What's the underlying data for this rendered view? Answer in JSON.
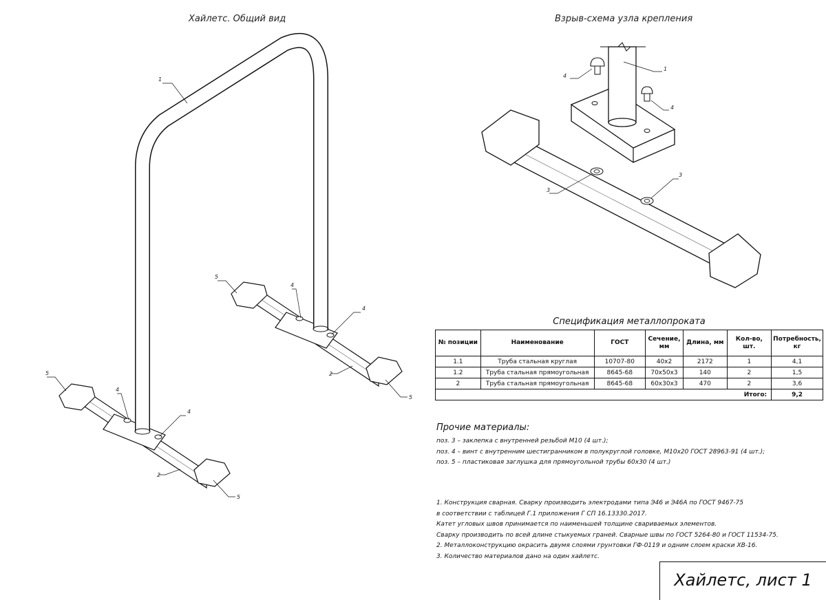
{
  "views": {
    "general_title": "Хайлетс. Общий вид",
    "exploded_title": "Взрыв-схема узла крепления"
  },
  "callouts": {
    "general": [
      "1",
      "5",
      "4",
      "4",
      "2",
      "5",
      "5",
      "4",
      "4",
      "2",
      "5"
    ],
    "exploded": [
      "4",
      "1",
      "4",
      "3",
      "3"
    ]
  },
  "spec": {
    "title": "Спецификация металлопроката",
    "headers": [
      "№ позиции",
      "Наименование",
      "ГОСТ",
      "Сечение, мм",
      "Длина, мм",
      "Кол-во, шт.",
      "Потребность, кг"
    ],
    "rows": [
      [
        "1.1",
        "Труба стальная круглая",
        "10707-80",
        "40х2",
        "2172",
        "1",
        "4,1"
      ],
      [
        "1.2",
        "Труба стальная прямоугольная",
        "8645-68",
        "70х50х3",
        "140",
        "2",
        "1,5"
      ],
      [
        "2",
        "Труба стальная прямоугольная",
        "8645-68",
        "60х30х3",
        "470",
        "2",
        "3,6"
      ]
    ],
    "total_label": "Итого:",
    "total_value": "9,2"
  },
  "other": {
    "title": "Прочие материалы:",
    "items": [
      "поз. 3 – заклепка с внутренней резьбой М10 (4 шт.);",
      "поз. 4 – винт с внутренним шестигранником в полукруглой головке, М10х20 ГОСТ 28963-91 (4 шт.);",
      "поз. 5 – пластиковая заглушка для прямоугольной трубы 60х30 (4 шт.)"
    ]
  },
  "notes": [
    "1. Конструкция сварная. Сварку производить электродами типа Э46 и Э46А по ГОСТ 9467-75",
    "в соответствии с таблицей Г.1 приложения Г СП 16.13330.2017.",
    "Катет угловых швов принимается по наименьшей толщине свариваемых элементов.",
    "Сварку производить по всей длине стыкуемых граней. Сварные швы по ГОСТ 5264-80 и ГОСТ 11534-75.",
    "2. Металлоконструкцию окрасить двумя слоями грунтовки ГФ-0119 и одним слоем краски ХВ-16.",
    "3. Количество материалов дано на один хайлетс."
  ],
  "title_block": {
    "sheet_title": "Хайлетс, лист 1"
  }
}
